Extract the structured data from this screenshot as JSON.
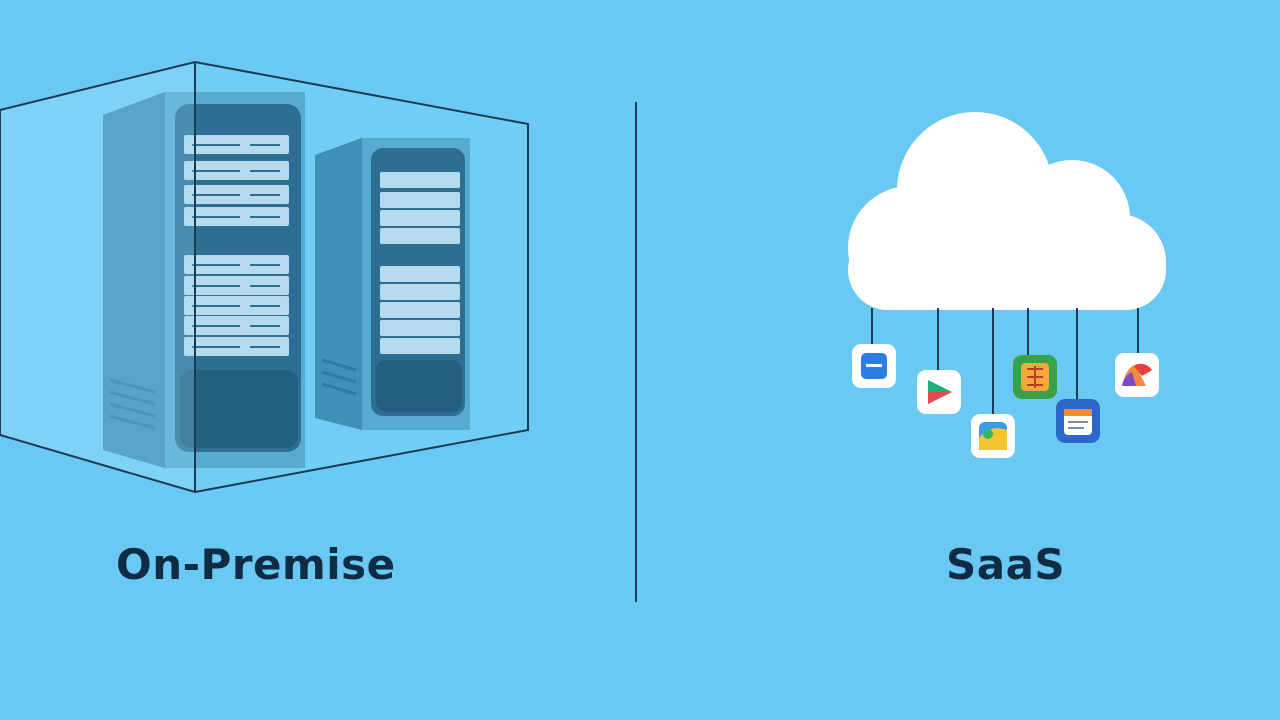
{
  "panels": {
    "left": {
      "label": "On-Premise",
      "icon": "server-rack-icon"
    },
    "right": {
      "label": "SaaS",
      "icon": "cloud-icon",
      "app_icons": [
        "app-icon-docs",
        "app-icon-play",
        "app-icon-map",
        "app-icon-grid",
        "app-icon-calendar",
        "app-icon-photos"
      ]
    }
  },
  "colors": {
    "background": "#69c9f2",
    "text": "#0f2c45",
    "divider": "#1c3a54",
    "cloud": "#ffffff",
    "server_body": "#4fa3c8",
    "server_panel": "#2a6f92"
  }
}
